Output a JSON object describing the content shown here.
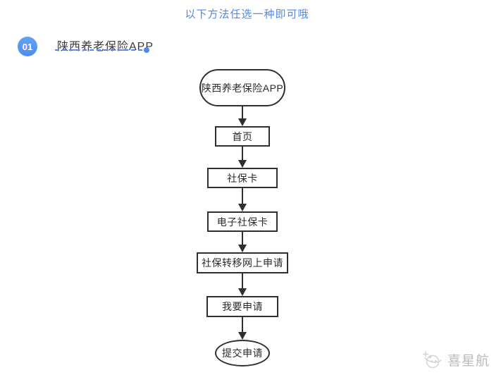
{
  "top_note": "以下方法任选一种即可哦",
  "section": {
    "badge": "01",
    "title": "陕西养老保险APP"
  },
  "flowchart": {
    "connector": "down-arrow",
    "nodes": [
      {
        "label": "陕西养老保险APP",
        "shape": "stadium"
      },
      {
        "label": "首页",
        "shape": "rect"
      },
      {
        "label": "社保卡",
        "shape": "rect"
      },
      {
        "label": "电子社保卡",
        "shape": "rect"
      },
      {
        "label": "社保转移网上申请",
        "shape": "rect"
      },
      {
        "label": "我要申请",
        "shape": "rect"
      },
      {
        "label": "提交申请",
        "shape": "ellipse"
      }
    ]
  },
  "watermark": {
    "icon": "planet-sparkle-icon",
    "text": "喜星航"
  },
  "colors": {
    "accent_blue": "#4f87ee",
    "badge_blue": "#5b9cf3",
    "outline_dark": "#2f2f2f",
    "text_dark": "#3a3a3a",
    "watermark_gray": "#b9b9b9"
  }
}
